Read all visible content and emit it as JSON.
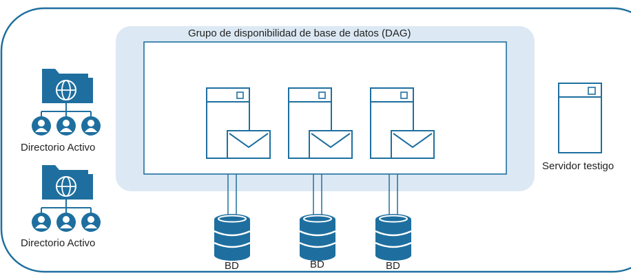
{
  "dag": {
    "title": "Grupo de disponibilidad de base de datos (DAG)"
  },
  "active_directory": [
    {
      "label": "Directorio Activo",
      "icons": [
        "folder-globe-icon",
        "user-icon",
        "user-icon",
        "user-icon"
      ]
    },
    {
      "label": "Directorio Activo",
      "icons": [
        "folder-globe-icon",
        "user-icon",
        "user-icon",
        "user-icon"
      ]
    }
  ],
  "mail_servers": [
    {
      "icons": [
        "server-icon",
        "mail-icon"
      ]
    },
    {
      "icons": [
        "server-icon",
        "mail-icon"
      ]
    },
    {
      "icons": [
        "server-icon",
        "mail-icon"
      ]
    }
  ],
  "databases": [
    {
      "label": "BD",
      "icon": "database-icon"
    },
    {
      "label": "BD",
      "icon": "database-icon"
    },
    {
      "label": "BD",
      "icon": "database-icon"
    }
  ],
  "witness": {
    "label": "Servidor testigo",
    "icon": "server-icon"
  },
  "colors": {
    "accent": "#1e6f9f",
    "dag_panel": "#dce9f4",
    "outer_border": "#1e6f9f",
    "text": "#222222"
  }
}
